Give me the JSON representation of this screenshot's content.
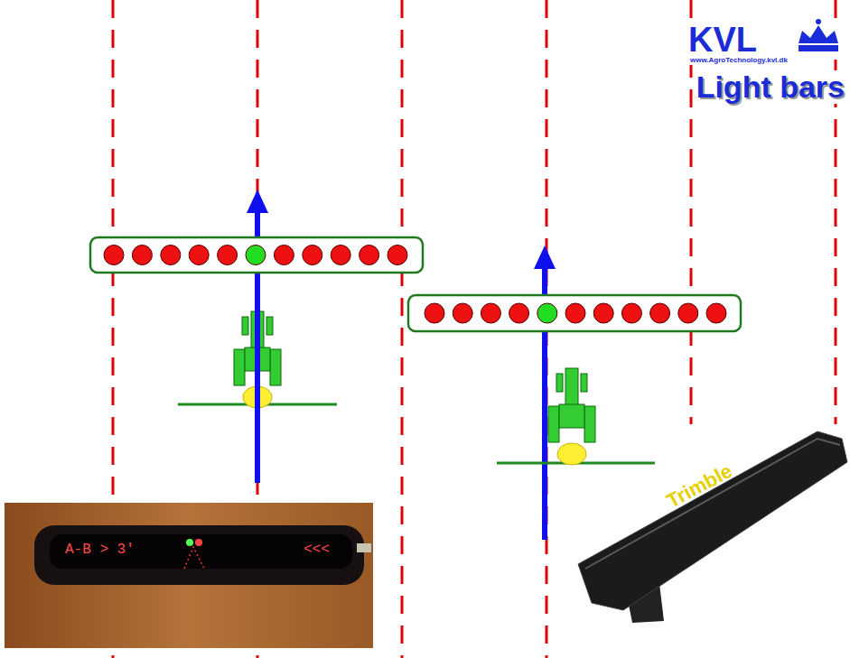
{
  "diagram": {
    "title": "Light bars",
    "labels": [
      "KVL",
      "www.AgroTechnology.kvl.dk",
      "A-B > 3'",
      "<<<",
      "Trimble"
    ]
  }
}
